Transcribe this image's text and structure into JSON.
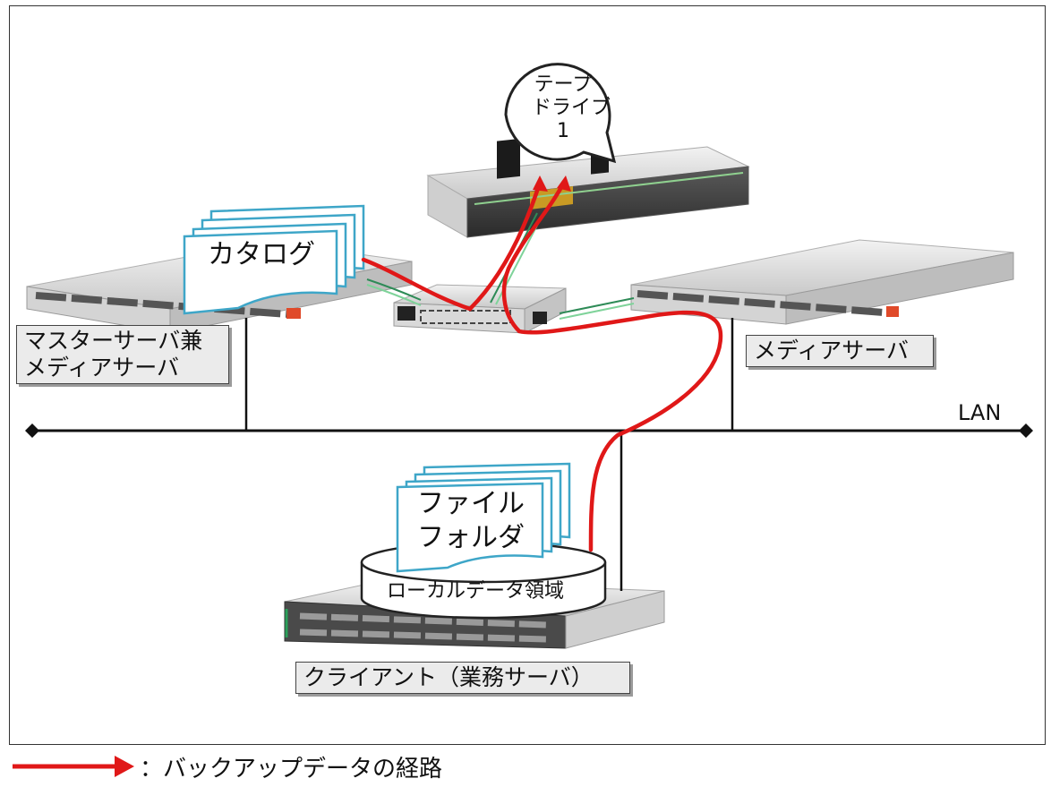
{
  "bubble": {
    "line1": "テープ",
    "line2": "ドライブ",
    "line3": "1"
  },
  "catalog": {
    "label": "カタログ"
  },
  "master_server": {
    "line1": "マスターサーバ兼",
    "line2": "メディアサーバ"
  },
  "media_server": {
    "label": "メディアサーバ"
  },
  "lan": {
    "label": "LAN"
  },
  "files": {
    "line1": "ファイル",
    "line2": "フォルダ"
  },
  "local_data": {
    "label": "ローカルデータ領域"
  },
  "client": {
    "label": "クライアント（業務サーバ）"
  },
  "legend": {
    "label": "：バックアップデータの経路"
  },
  "colors": {
    "backup_path": "#e01818",
    "fc_cable": "#2e8b57",
    "doc_border": "#3ea6c8"
  }
}
